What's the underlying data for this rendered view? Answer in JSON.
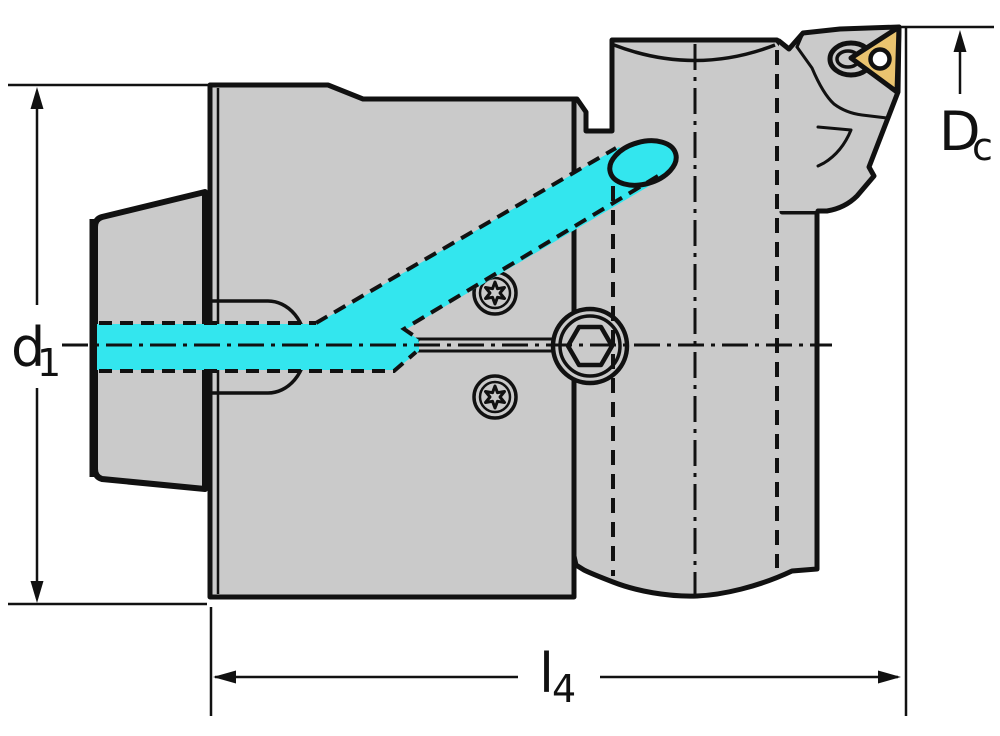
{
  "labels": {
    "d1": {
      "main": "d",
      "sub": "1"
    },
    "l4": {
      "main": "l",
      "sub": "4"
    },
    "dc": {
      "main": "D",
      "sub": "c"
    }
  },
  "colors": {
    "background": "#ffffff",
    "body": "#cacaca",
    "body_light": "#f0f0f0",
    "line": "#111111",
    "coolant": "#33e6ee",
    "insert": "#eac470",
    "insert_hole": "#ffffff"
  }
}
